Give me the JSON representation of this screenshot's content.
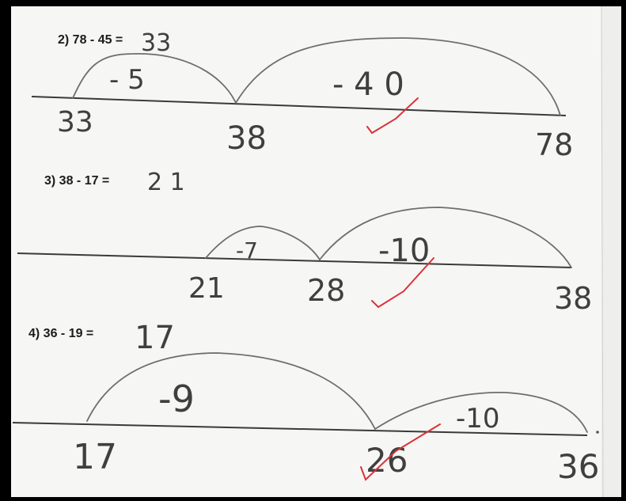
{
  "problems": [
    {
      "printed": "2) 78 - 45 =",
      "answer": "33",
      "jump_small": "- 5",
      "jump_big": "- 4 0",
      "points": [
        "33",
        "38",
        "78"
      ]
    },
    {
      "printed": "3) 38 - 17 =",
      "answer": "2 1",
      "jump_small": "-7",
      "jump_big": "-10",
      "points": [
        "21",
        "28",
        "38"
      ]
    },
    {
      "printed": "4) 36 - 19 =",
      "answer": "17",
      "jump_small": "-9",
      "jump_big": "-10",
      "points": [
        "17",
        "26",
        "36"
      ]
    }
  ],
  "colors": {
    "paper": "#f6f6f4",
    "pencil": "#6e6e6e",
    "check": "#d9323a",
    "frame": "#000000"
  }
}
